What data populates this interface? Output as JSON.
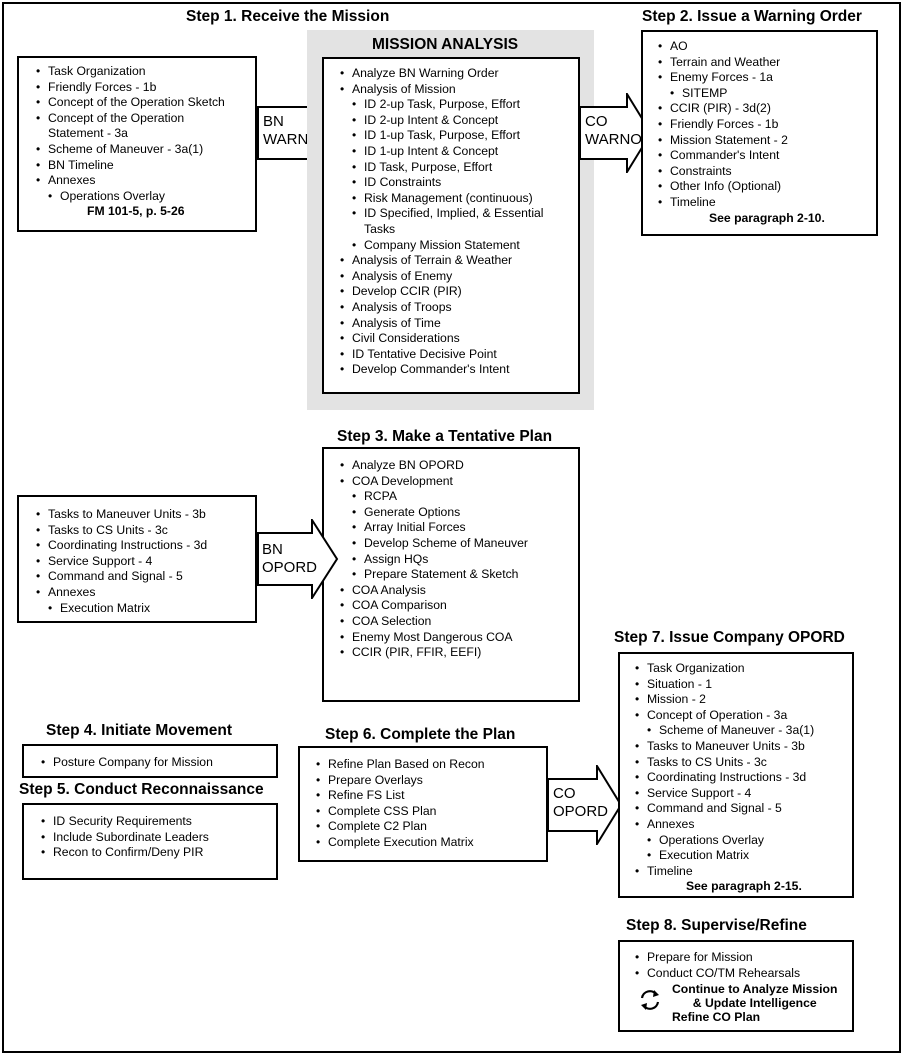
{
  "step1": {
    "title": "Step 1.  Receive the Mission",
    "items": [
      {
        "text": "Task Organization"
      },
      {
        "text": "Friendly Forces -   1b"
      },
      {
        "text": "Concept of the Operation Sketch"
      },
      {
        "text": "Concept of the Operation"
      },
      {
        "text": "Statement  -   3a",
        "cont": true
      },
      {
        "text": "Scheme of Maneuver  -   3a(1)"
      },
      {
        "text": "BN Timeline"
      },
      {
        "text": "Annexes"
      },
      {
        "text": "Operations Overlay",
        "sub": true
      },
      {
        "text": "FM 101-5, p. 5-26",
        "note": true
      }
    ]
  },
  "arrow_bn_warno": {
    "line1": "BN",
    "line2": "WARNO"
  },
  "mission_analysis": {
    "title": "MISSION ANALYSIS",
    "items": [
      {
        "text": "Analyze BN Warning Order"
      },
      {
        "text": "Analysis of Mission"
      },
      {
        "text": "ID 2-up Task, Purpose, Effort",
        "sub": true
      },
      {
        "text": "ID 2-up Intent & Concept",
        "sub": true
      },
      {
        "text": "ID 1-up Task, Purpose, Effort",
        "sub": true
      },
      {
        "text": "ID 1-up Intent & Concept",
        "sub": true
      },
      {
        "text": "ID Task, Purpose, Effort",
        "sub": true
      },
      {
        "text": "ID Constraints",
        "sub": true
      },
      {
        "text": "Risk Management (continuous)",
        "sub": true
      },
      {
        "text": "ID Specified, Implied, & Essential",
        "sub": true
      },
      {
        "text": "Tasks",
        "sub": true,
        "cont": true
      },
      {
        "text": "Company Mission Statement",
        "sub": true
      },
      {
        "text": "Analysis of Terrain & Weather"
      },
      {
        "text": "Analysis of Enemy"
      },
      {
        "text": "Develop CCIR (PIR)"
      },
      {
        "text": "Analysis of Troops"
      },
      {
        "text": "Analysis of Time"
      },
      {
        "text": "Civil Considerations"
      },
      {
        "text": "ID Tentative Decisive Point"
      },
      {
        "text": "Develop Commander's Intent"
      }
    ]
  },
  "arrow_co_warno": {
    "line1": "CO",
    "line2": "WARNO"
  },
  "step2": {
    "title": "Step 2.  Issue a Warning Order",
    "items": [
      {
        "text": "AO"
      },
      {
        "text": "Terrain and Weather"
      },
      {
        "text": "Enemy Forces -    1a"
      },
      {
        "text": "SITEMP",
        "sub": true
      },
      {
        "text": "CCIR (PIR) -    3d(2)"
      },
      {
        "text": "Friendly Forces -    1b"
      },
      {
        "text": "Mission Statement -    2"
      },
      {
        "text": "Commander's Intent"
      },
      {
        "text": "Constraints"
      },
      {
        "text": "Other Info (Optional)"
      },
      {
        "text": "Timeline"
      },
      {
        "text": "See paragraph 2-10.",
        "note": true
      }
    ]
  },
  "step3": {
    "title": "Step 3.  Make a Tentative Plan",
    "items": [
      {
        "text": "Analyze BN OPORD"
      },
      {
        "text": "COA Development"
      },
      {
        "text": "RCPA",
        "sub": true
      },
      {
        "text": "Generate Options",
        "sub": true
      },
      {
        "text": "Array Initial Forces",
        "sub": true
      },
      {
        "text": "Develop Scheme of Maneuver",
        "sub": true
      },
      {
        "text": "Assign HQs",
        "sub": true
      },
      {
        "text": "Prepare Statement & Sketch",
        "sub": true
      },
      {
        "text": "COA Analysis"
      },
      {
        "text": "COA Comparison"
      },
      {
        "text": "COA Selection"
      },
      {
        "text": "Enemy Most Dangerous COA"
      },
      {
        "text": "CCIR (PIR, FFIR, EEFI)"
      }
    ]
  },
  "bn_opord_source": {
    "items": [
      {
        "text": "Tasks to Maneuver Units  -    3b"
      },
      {
        "text": "Tasks to CS Units  -    3c"
      },
      {
        "text": "Coordinating Instructions  -    3d"
      },
      {
        "text": "Service Support -   4"
      },
      {
        "text": "Command and Signal -    5"
      },
      {
        "text": "Annexes"
      },
      {
        "text": "Execution Matrix",
        "sub": true
      }
    ]
  },
  "arrow_bn_opord": {
    "line1": "BN",
    "line2": "OPORD"
  },
  "step4": {
    "title": "Step 4.  Initiate Movement",
    "items": [
      {
        "text": "Posture Company for Mission"
      }
    ]
  },
  "step5": {
    "title": "Step 5.  Conduct Reconnaissance",
    "items": [
      {
        "text": "ID Security Requirements"
      },
      {
        "text": "Include Subordinate Leaders"
      },
      {
        "text": "Recon to Confirm/Deny PIR"
      }
    ]
  },
  "step6": {
    "title": "Step 6.  Complete the Plan",
    "items": [
      {
        "text": "Refine Plan Based on Recon"
      },
      {
        "text": "Prepare Overlays"
      },
      {
        "text": "Refine FS List"
      },
      {
        "text": "Complete CSS Plan"
      },
      {
        "text": "Complete C2 Plan"
      },
      {
        "text": "Complete Execution Matrix"
      }
    ]
  },
  "arrow_co_opord": {
    "line1": "CO",
    "line2": "OPORD"
  },
  "step7": {
    "title": "Step 7.  Issue Company OPORD",
    "items": [
      {
        "text": "Task Organization"
      },
      {
        "text": "Situation -   1"
      },
      {
        "text": "Mission -   2"
      },
      {
        "text": "Concept of Operation -    3a"
      },
      {
        "text": "Scheme of Maneuver -    3a(1)",
        "sub": true
      },
      {
        "text": "Tasks to Maneuver Units  -    3b"
      },
      {
        "text": "Tasks to CS Units  -    3c"
      },
      {
        "text": "Coordinating Instructions -    3d"
      },
      {
        "text": "Service Support -   4"
      },
      {
        "text": "Command and Signal -   5"
      },
      {
        "text": "Annexes"
      },
      {
        "text": "Operations Overlay",
        "sub": true
      },
      {
        "text": "Execution Matrix",
        "sub": true
      },
      {
        "text": "Timeline"
      },
      {
        "text": "See paragraph 2-15.",
        "note": true
      }
    ]
  },
  "step8": {
    "title": "Step 8.  Supervise/Refine",
    "items": [
      {
        "text": "Prepare for Mission"
      },
      {
        "text": "Conduct CO/TM Rehearsals"
      }
    ],
    "cycle_lines": [
      "Continue to Analyze Mission",
      "& Update Intelligence",
      "Refine CO Plan"
    ],
    "cycle_icon": "refresh-cycle-icon"
  }
}
